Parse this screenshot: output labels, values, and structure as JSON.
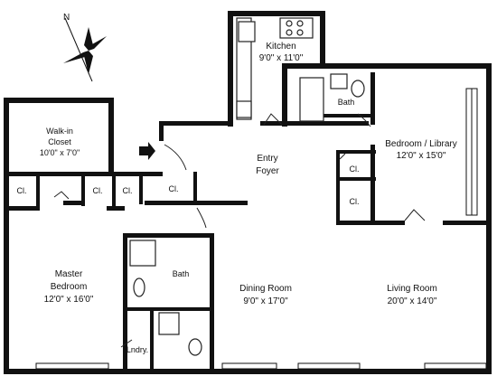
{
  "compass": {
    "north_label": "N"
  },
  "rooms": {
    "kitchen": {
      "name": "Kitchen",
      "dims": "9'0\" x 11'0\""
    },
    "bath_top": {
      "name": "Bath"
    },
    "walkin_closet": {
      "name_line1": "Walk-in",
      "name_line2": "Closet",
      "dims": "10'0\" x 7'0\""
    },
    "entry_foyer": {
      "name_line1": "Entry",
      "name_line2": "Foyer"
    },
    "bedroom_library": {
      "name": "Bedroom / Library",
      "dims": "12'0\" x 15'0\""
    },
    "master_bedroom": {
      "name_line1": "Master",
      "name_line2": "Bedroom",
      "dims": "12'0\" x 16'0\""
    },
    "bath_mid": {
      "name": "Bath"
    },
    "dining_room": {
      "name": "Dining Room",
      "dims": "9'0\" x 17'0\""
    },
    "living_room": {
      "name": "Living Room",
      "dims": "20'0\" x 14'0\""
    },
    "laundry": {
      "name": "Lndry."
    }
  },
  "closets": {
    "label": "Cl."
  }
}
